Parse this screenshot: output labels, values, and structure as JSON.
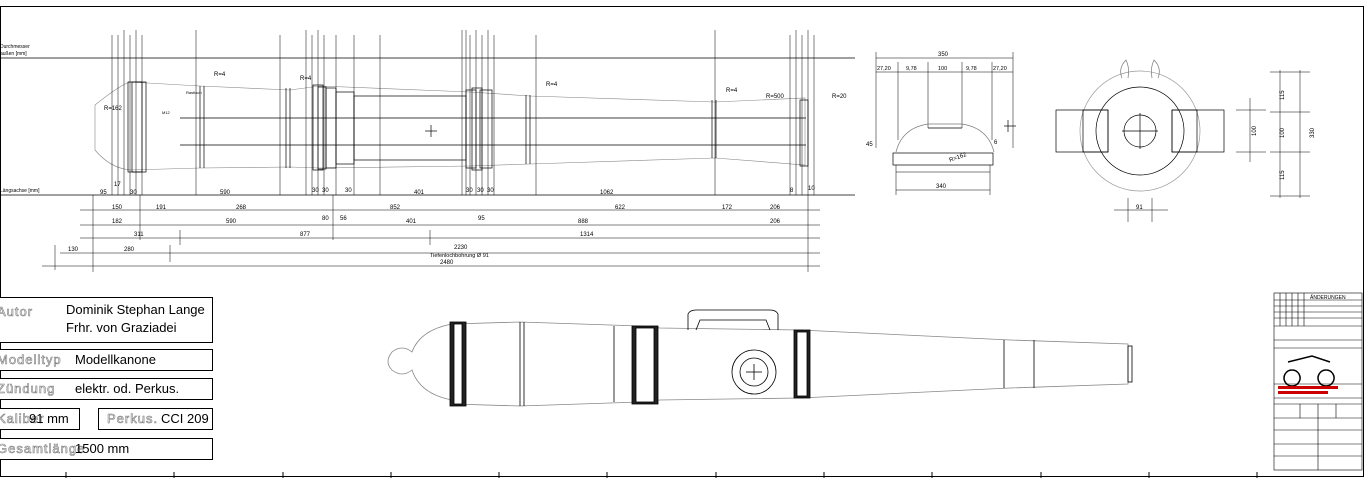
{
  "top_view": {
    "axis_labels": {
      "diameter": "Durchmesser",
      "outer": "außen [mm]",
      "length_axis": "Längsachse [mm]"
    },
    "radii": [
      "R=162",
      "R=4",
      "R=4",
      "R=4",
      "R=4",
      "R=500",
      "R=20"
    ],
    "bore_labels": [
      "Rastloch",
      "M12"
    ],
    "row1": [
      "95",
      "17",
      "30",
      "590",
      "30",
      "30",
      "30",
      "401",
      "30",
      "30",
      "30",
      "1062",
      "8",
      "10"
    ],
    "row2": [
      "150",
      "191",
      "268",
      "852",
      "622"
    ],
    "row3": [
      "182",
      "590",
      "80",
      "56",
      "401",
      "95",
      "888",
      "172",
      "206"
    ],
    "row4": [
      "311",
      "877",
      "1314",
      "206"
    ],
    "row5": [
      "130",
      "280",
      "2230"
    ],
    "row6": [
      "Tiefenlochbohrung Ø 91",
      "2480"
    ]
  },
  "side_view": {
    "total": "350",
    "segments": [
      "27,20",
      "9,78",
      "100",
      "9,78",
      "27,20"
    ],
    "angle": "45",
    "radius": "R=162",
    "bottom": "340",
    "small": "6"
  },
  "end_view": {
    "height": "330",
    "parts": [
      "115",
      "100",
      "115"
    ],
    "bore": "91"
  },
  "info": {
    "designer_key": "Autor",
    "designer": [
      "Dominik Stephan Lange",
      "Frhr. von Graziadei"
    ],
    "type_key": "Modelltyp",
    "type_value": "Modellkanone",
    "ignition_key": "Zündung",
    "ignition_value": "elektr. od. Perkus.",
    "caliber_key": "Kaliber",
    "caliber_value": "91 mm",
    "perc_key": "Perkus.",
    "perc_value": "CCI 209",
    "length_key": "Gesamtlänge",
    "length_value": "1500 mm"
  },
  "title_block": {
    "header": "ÄNDERUNGEN"
  }
}
